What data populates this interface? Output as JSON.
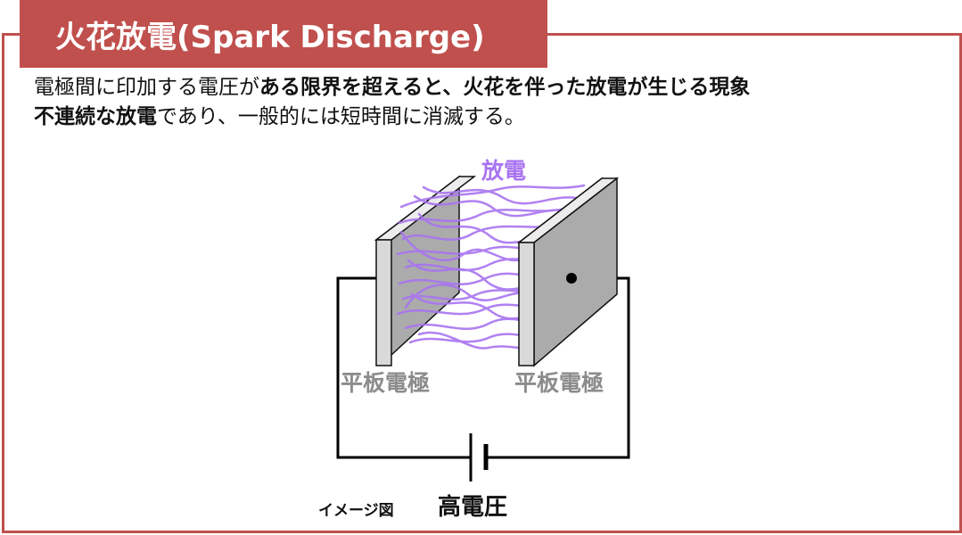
{
  "title": "火花放電(Spark Discharge)",
  "description": {
    "line1_a": "電極間に印加する電圧が",
    "line1_b": "ある限界を超えると、火花を伴った放電が生じる現象",
    "line2_a": "不連続な放電",
    "line2_b": "であり、一般的には短時間に消滅する。"
  },
  "diagram": {
    "discharge_label": "放電",
    "left_electrode_label": "平板電極",
    "right_electrode_label": "平板電極",
    "voltage_label": "高電圧",
    "image_note": "イメージ図"
  },
  "colors": {
    "frame": "#c0504d",
    "discharge": "#a874f0",
    "electrode_front": "#ababab",
    "electrode_edge": "#d9d9d9",
    "electrode_label": "#8c8c8c"
  }
}
